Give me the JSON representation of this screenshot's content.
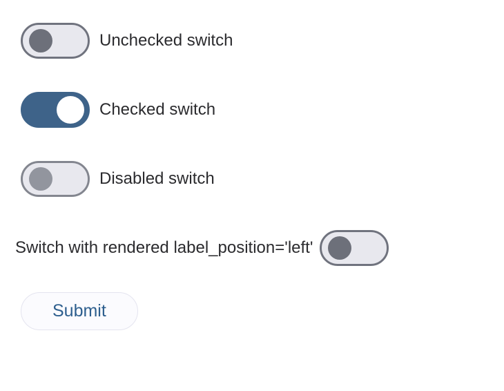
{
  "colors": {
    "track_off": "#e8e8ee",
    "track_border": "#70737e",
    "knob_off": "#6d707a",
    "track_on": "#3e6389",
    "knob_on": "#ffffff",
    "label_text": "#2b2b2e",
    "button_bg": "#fbfbfe",
    "button_border": "#e4e4ef",
    "button_text": "#2e5f8e"
  },
  "switches": [
    {
      "label": "Unchecked switch",
      "state": "off",
      "disabled": false,
      "label_position": "right"
    },
    {
      "label": "Checked switch",
      "state": "on",
      "disabled": false,
      "label_position": "right"
    },
    {
      "label": "Disabled switch",
      "state": "off",
      "disabled": true,
      "label_position": "right"
    },
    {
      "label": "Switch with rendered label_position='left'",
      "state": "off",
      "disabled": false,
      "label_position": "left"
    }
  ],
  "submit_button": {
    "label": "Submit"
  }
}
